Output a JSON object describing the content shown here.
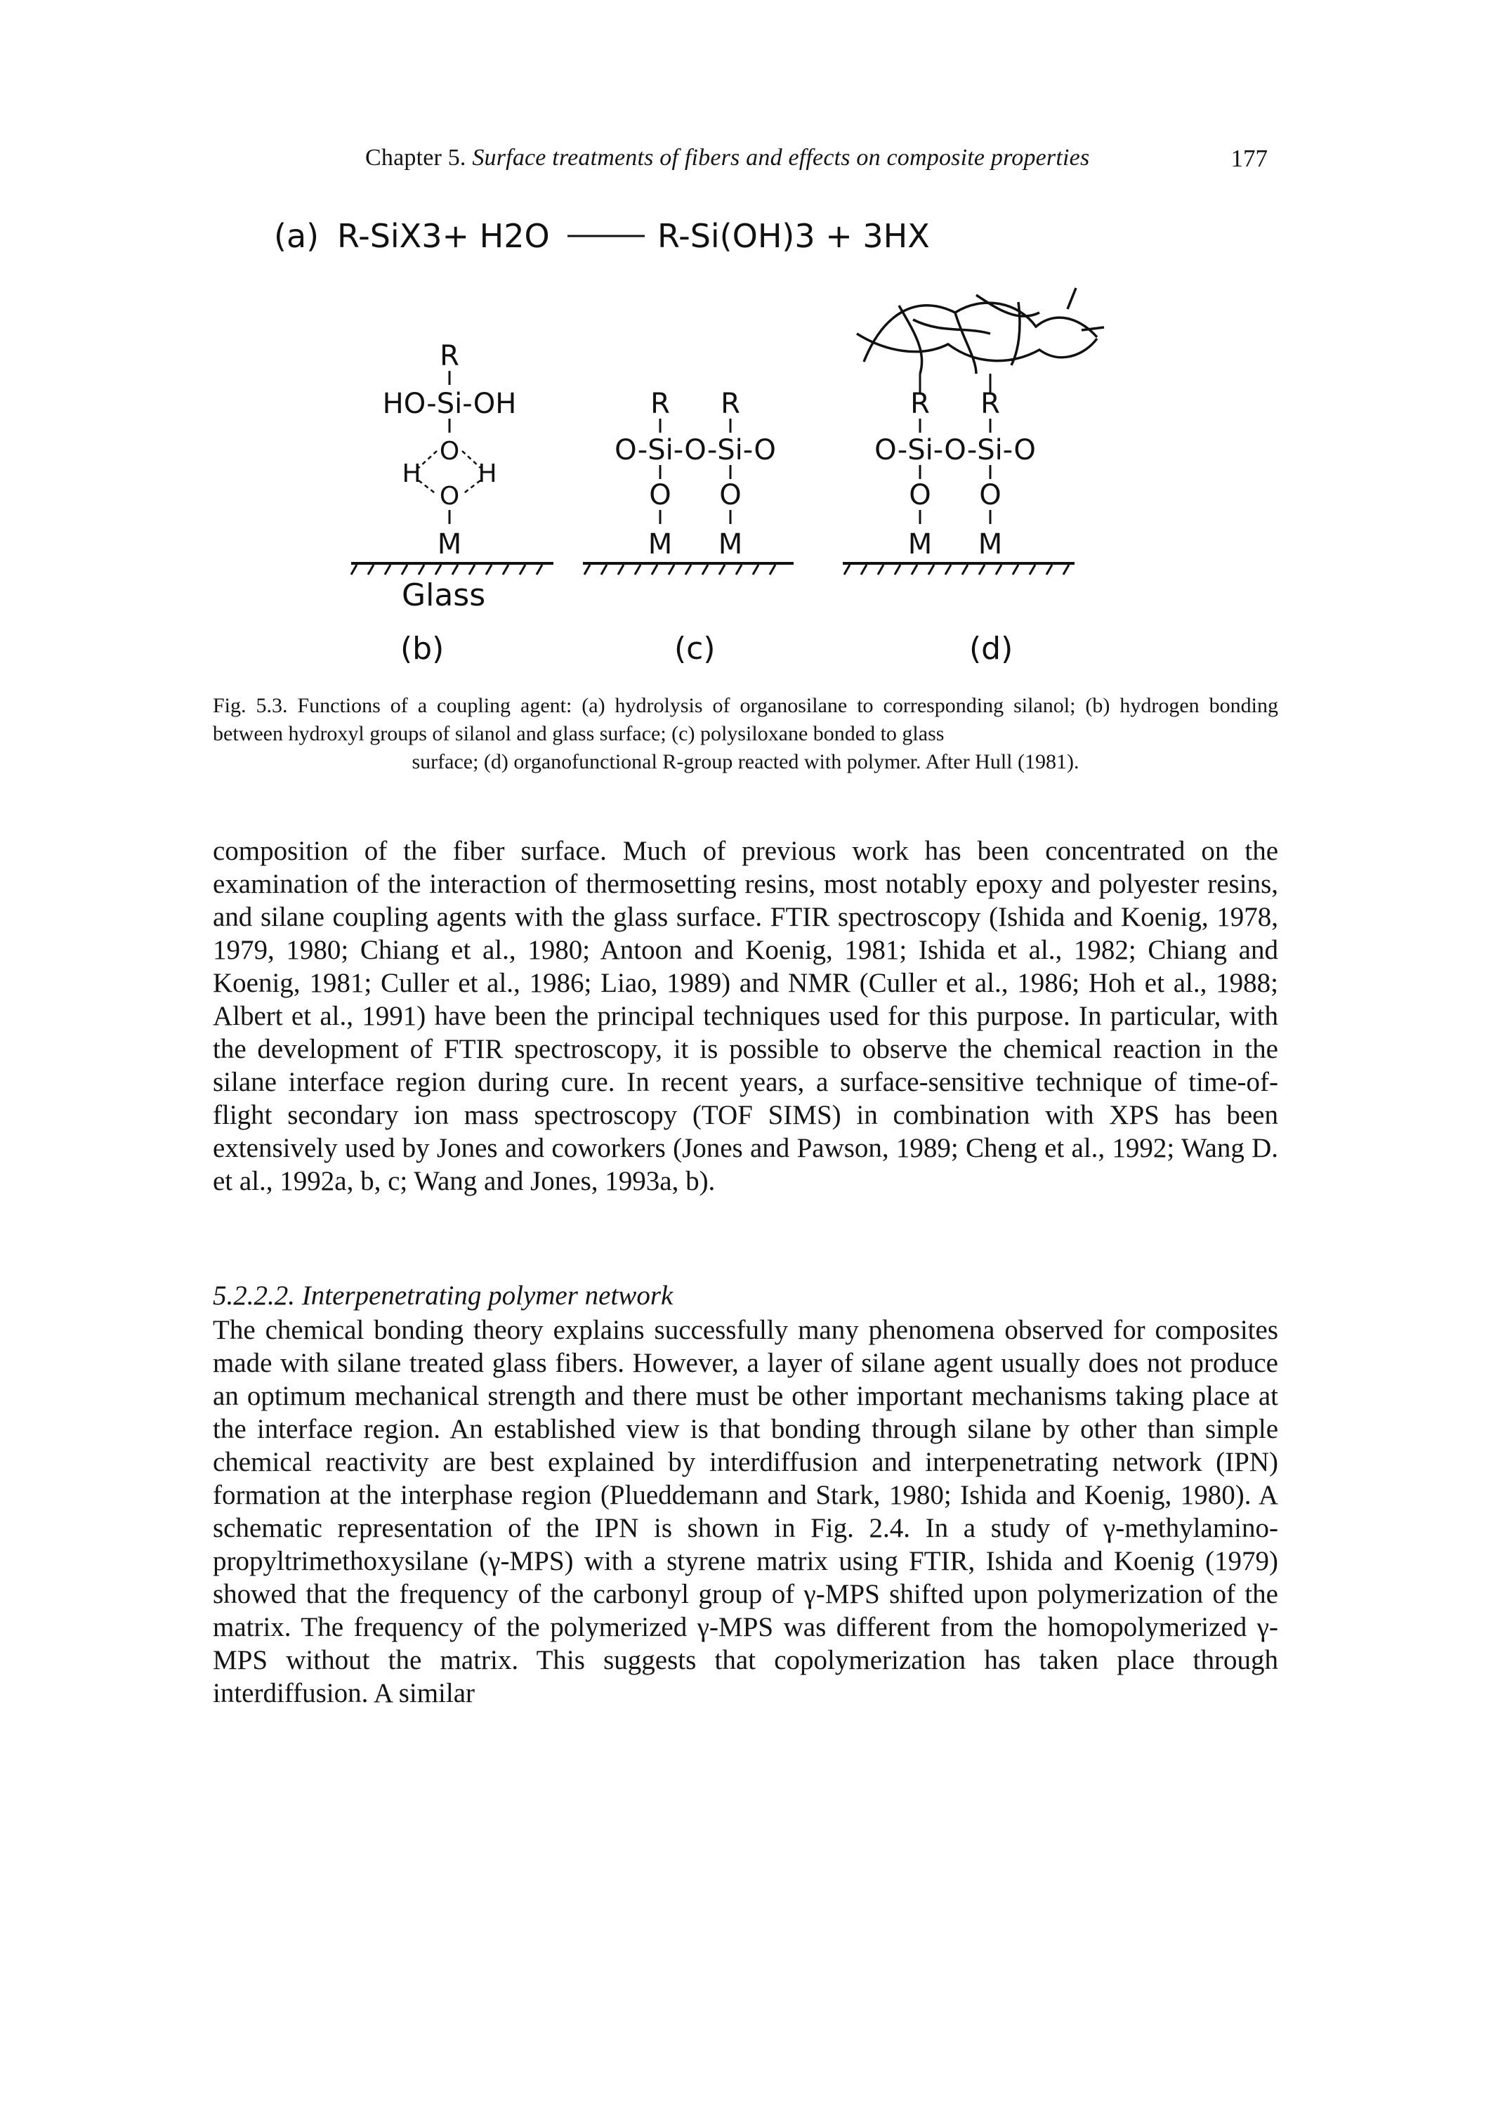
{
  "header": {
    "chapter": "Chapter 5.",
    "chapter_title": "Surface treatments of fibers and effects on composite properties",
    "page_number": "177"
  },
  "figure": {
    "equation": {
      "label": "(a)",
      "reactants": "R-SiX3+ H2O",
      "products": "R-Si(OH)3 + 3HX"
    },
    "panel_b": {
      "r": "R",
      "top_row": "HO-Si-OH",
      "o1": "O",
      "h_left": "H",
      "h_right": "H",
      "o2": "O",
      "m": "M",
      "surface": "Glass",
      "label": "(b)"
    },
    "panel_c": {
      "r": "R",
      "chain": "O-Si-O-Si-O",
      "o": "O",
      "m": "M",
      "label": "(c)"
    },
    "panel_d": {
      "r": "R",
      "chain": "O-Si-O-Si-O",
      "o": "O",
      "m": "M",
      "label": "(d)"
    }
  },
  "caption": {
    "text": "Fig. 5.3. Functions of a coupling agent: (a) hydrolysis of organosilane to corresponding silanol; (b) hydrogen bonding between hydroxyl groups of silanol and glass surface; (c) polysiloxane bonded to glass",
    "last_line": "surface; (d) organofunctional R-group reacted with polymer. After Hull (1981)."
  },
  "body": {
    "paragraph1": "composition of the fiber surface. Much of previous work has been concentrated on the examination of the interaction of thermosetting resins, most notably epoxy and polyester resins, and silane coupling agents with the glass surface. FTIR spectroscopy (Ishida and Koenig, 1978, 1979, 1980; Chiang et al., 1980; Antoon and Koenig, 1981; Ishida et al., 1982; Chiang and Koenig, 1981; Culler et al., 1986; Liao, 1989) and NMR (Culler et al., 1986; Hoh et al., 1988; Albert et al., 1991) have been the principal techniques used for this purpose. In particular, with the development of FTIR spectroscopy, it is possible to observe the chemical reaction in the silane interface region during cure. In recent years, a surface-sensitive technique of time-of-flight secondary ion mass spectroscopy (TOF SIMS) in combination with XPS has been extensively used by Jones and coworkers (Jones and Pawson, 1989; Cheng et al., 1992; Wang D. et al., 1992a, b, c; Wang and Jones, 1993a, b).",
    "subheading": "5.2.2.2. Interpenetrating polymer network",
    "paragraph2": "The chemical bonding theory explains successfully many phenomena observed for composites made with silane treated glass fibers. However, a layer of silane agent usually does not produce an optimum mechanical strength and there must be other important mechanisms taking place at the interface region. An established view is that bonding through silane by other than simple chemical reactivity are best explained by interdiffusion and interpenetrating network (IPN) formation at the interphase region (Plueddemann and Stark, 1980; Ishida and Koenig, 1980). A schematic representation of the IPN is shown in Fig. 2.4. In a study of γ-methylamino-propyltrimethoxysilane (γ-MPS) with a styrene matrix using FTIR, Ishida and Koenig (1979) showed that the frequency of the carbonyl group of γ-MPS shifted upon polymerization of the matrix. The frequency of the polymerized γ-MPS was different from the homopolymerized γ-MPS without the matrix. This suggests that copolymerization has taken place through interdiffusion. A similar"
  }
}
